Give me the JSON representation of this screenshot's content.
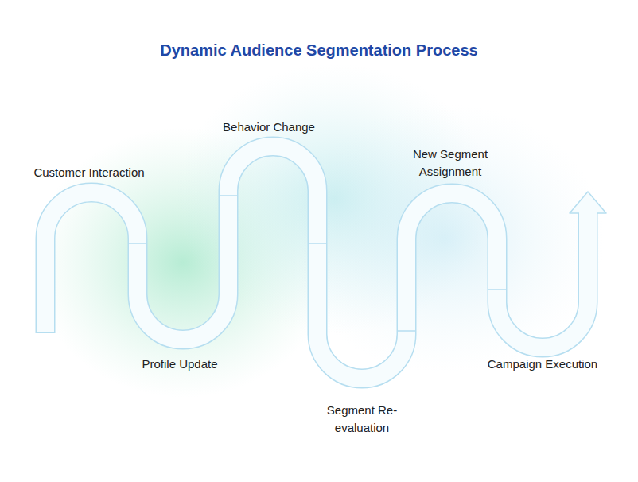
{
  "diagram": {
    "title": "Dynamic Audience Segmentation Process",
    "labels": [
      "Customer Interaction",
      "Profile Update",
      "Behavior Change",
      "Segment Re- evaluation",
      "New Segment Assignment",
      "Campaign Execution"
    ]
  }
}
